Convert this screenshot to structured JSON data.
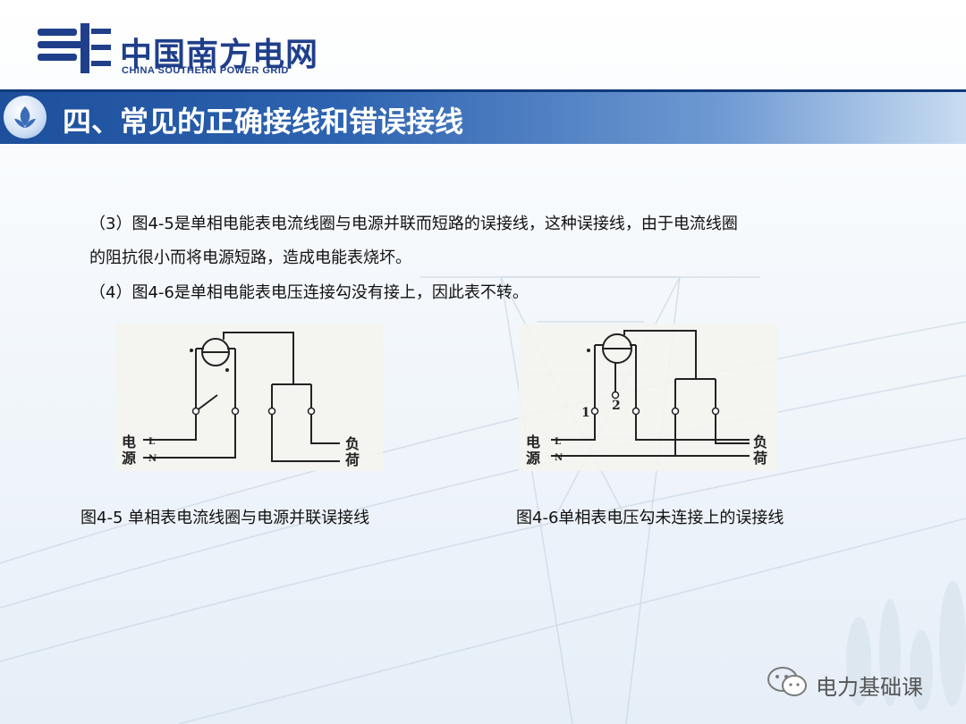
{
  "header": {
    "logo_cn": "中国南方电网",
    "logo_en": "CHINA SOUTHERN POWER GRID"
  },
  "title": "四、常见的正确接线和错误接线",
  "paragraphs": [
    "（3）图4-5是单相电能表电流线圈与电源并联而短路的误接线，这种误接线，由于电流线圈",
    "的阻抗很小而将电源短路，造成电能表烧坏。",
    "（4）图4-6是单相电能表电压连接勾没有接上，因此表不转。"
  ],
  "figures": [
    {
      "caption": "图4-5 单相表电流线圈与电源并联误接线",
      "labels": {
        "source_top": "电",
        "source_bottom": "源",
        "load_top": "负",
        "load_bottom": "荷",
        "line_l": "L",
        "line_n": "N"
      }
    },
    {
      "caption": "图4-6单相表电压勾未连接上的误接线",
      "labels": {
        "source_top": "电",
        "source_bottom": "源",
        "load_top": "负",
        "load_bottom": "荷",
        "line_l": "L",
        "line_n": "N",
        "hook_1": "1",
        "hook_2": "2"
      }
    }
  ],
  "watermark": "电力基础课",
  "colors": {
    "brand": "#1f3f8a",
    "title_bar": "#2d63b0",
    "watermark_icon": "#7a7a7a"
  }
}
